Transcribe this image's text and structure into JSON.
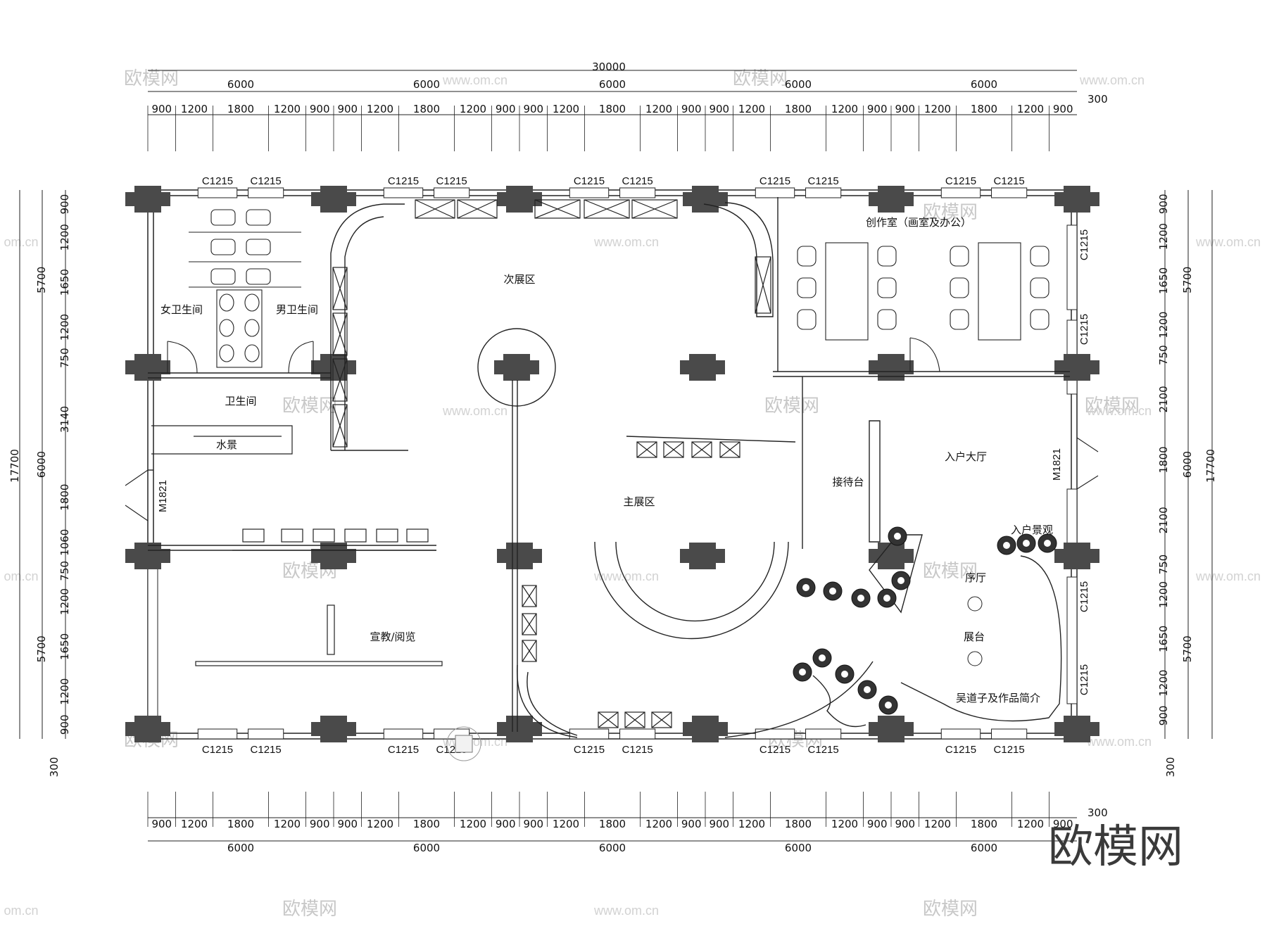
{
  "dimensions": {
    "total_width": "30000",
    "total_height": "17700",
    "bay": "6000",
    "offset": "300",
    "sub_segments": [
      "900",
      "1200",
      "1800",
      "1200",
      "900"
    ],
    "left_segments": [
      "900",
      "1200",
      "1650",
      "1200",
      "750",
      "3140",
      "1800",
      "1060",
      "750",
      "1200",
      "1650",
      "1200",
      "900"
    ],
    "left_groups": [
      "5700",
      "6000",
      "5700"
    ],
    "right_segments": [
      "900",
      "1200",
      "1650",
      "1200",
      "750",
      "2100",
      "1800",
      "2100",
      "750",
      "1200",
      "1650",
      "1200",
      "900"
    ],
    "right_groups": [
      "5700",
      "6000",
      "5700"
    ]
  },
  "openings": {
    "window": "C1215",
    "door": "M1821"
  },
  "rooms": {
    "womens_restroom": "女卫生间",
    "mens_restroom": "男卫生间",
    "restroom": "卫生间",
    "water_feature": "水景",
    "secondary_exhibition": "次展区",
    "main_exhibition": "主展区",
    "studio": "创作室（画室及办公）",
    "entrance_hall": "入户大厅",
    "reception_desk": "接待台",
    "entrance_landscape": "入户景观",
    "preface_hall": "序厅",
    "display_stand": "展台",
    "artist_intro": "吴道子及作品简介",
    "education_reading": "宣教/阅览"
  },
  "watermark": {
    "brand": "欧模网",
    "site": "www.om.cn",
    "site_short": "om.cn"
  }
}
